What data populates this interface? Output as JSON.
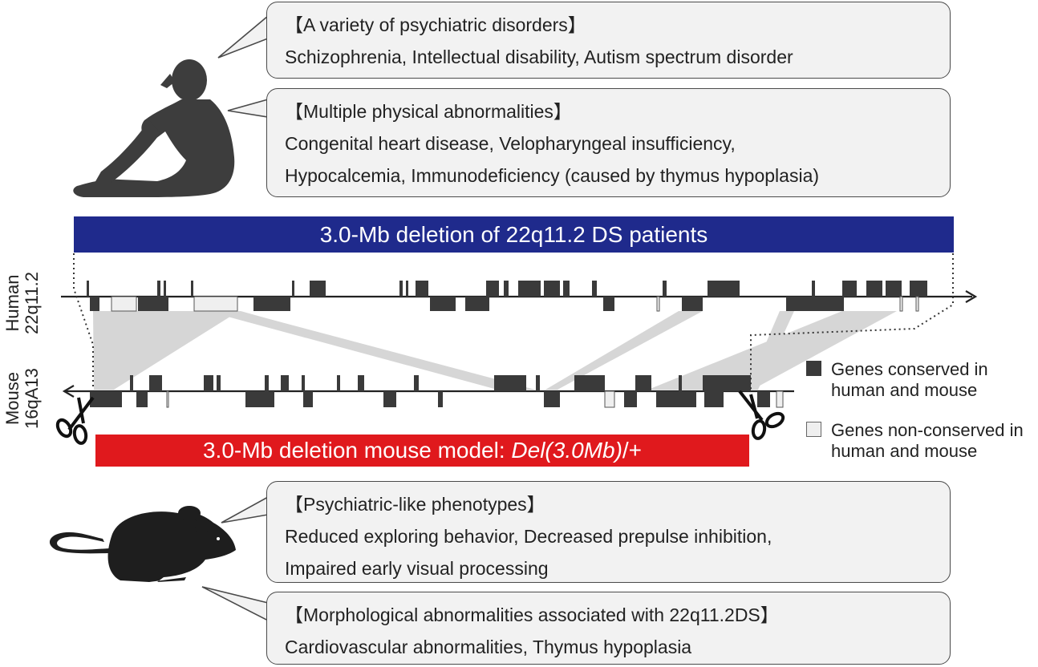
{
  "callouts": {
    "human_psychiatric": {
      "heading": "【A variety of psychiatric disorders】",
      "lines": [
        "Schizophrenia, Intellectual disability, Autism spectrum disorder"
      ]
    },
    "human_physical": {
      "heading": "【Multiple physical abnormalities】",
      "lines": [
        "Congenital heart disease, Velopharyngeal insufficiency,",
        "Hypocalcemia, Immunodeficiency (caused by thymus hypoplasia)"
      ]
    },
    "mouse_psychiatric": {
      "heading": "【Psychiatric-like phenotypes】",
      "lines": [
        "Reduced exploring behavior, Decreased prepulse inhibition,",
        "Impaired early visual processing"
      ]
    },
    "mouse_morphological": {
      "heading": "【Morphological abnormalities associated with 22q11.2DS】",
      "lines": [
        "Cardiovascular abnormalities, Thymus hypoplasia"
      ]
    }
  },
  "human_deletion_banner": "3.0-Mb deletion of 22q11.2 DS patients",
  "mouse_deletion_banner": {
    "prefix": "3.0-Mb deletion mouse model: ",
    "italic": "Del(3.0Mb)",
    "suffix": "/+"
  },
  "chromosome_labels": {
    "human": [
      "Human",
      "22q11.2"
    ],
    "mouse": [
      "Mouse",
      "16qA13"
    ]
  },
  "legend": {
    "conserved": "Genes conserved in human and mouse",
    "non_conserved": "Genes non-conserved in human and mouse"
  },
  "colors": {
    "human_banner": "#1f2a8c",
    "mouse_banner": "#e0191d",
    "conserved_gene": "#3a3a3a",
    "non_conserved_gene": "#efefef",
    "synteny_band": "#d6d6d6",
    "callout_fill": "#f2f2f2"
  },
  "icons": [
    "human-silhouette-icon",
    "mouse-silhouette-icon",
    "scissors-icon"
  ]
}
